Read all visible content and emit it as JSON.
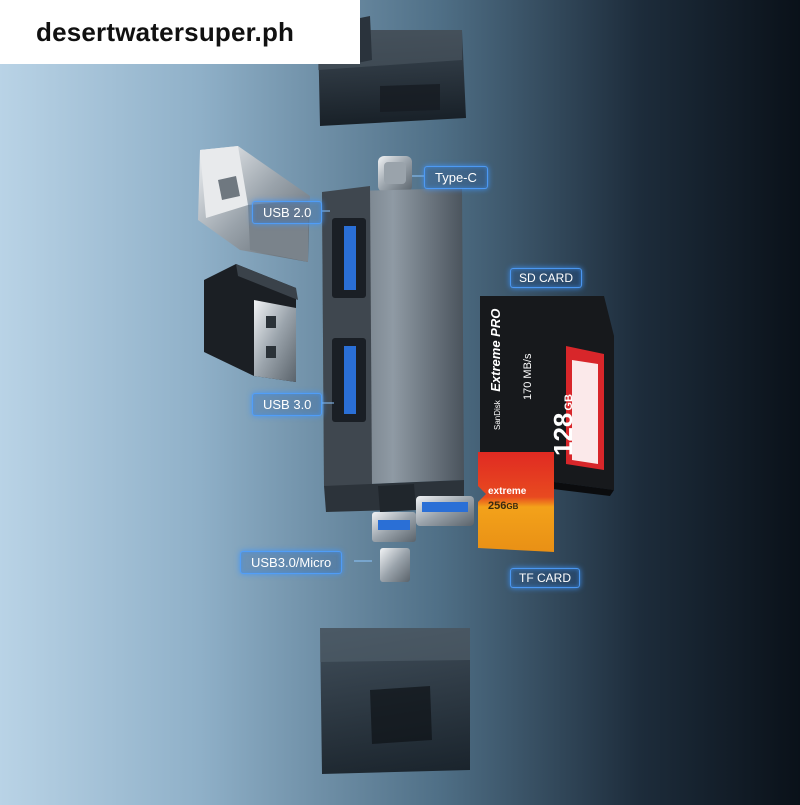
{
  "watermark": {
    "text": "desertwatersuper.ph"
  },
  "labels": {
    "type_c": "Type-C",
    "usb2": "USB 2.0",
    "sd_card": "SD CARD",
    "usb3": "USB 3.0",
    "usb3_micro": "USB3.0/Micro",
    "tf_card": "TF CARD"
  },
  "sd_card": {
    "brand": "SanDisk",
    "line": "Extreme PRO",
    "capacity": "128",
    "unit": "GB",
    "speed": "170 MB/s"
  },
  "tf_card": {
    "line": "extreme",
    "capacity": "256",
    "unit": "GB"
  },
  "colors": {
    "tag_glow": "#3c96ff",
    "sd_red": "#e0281e",
    "tf_orange": "#f3a21a"
  }
}
